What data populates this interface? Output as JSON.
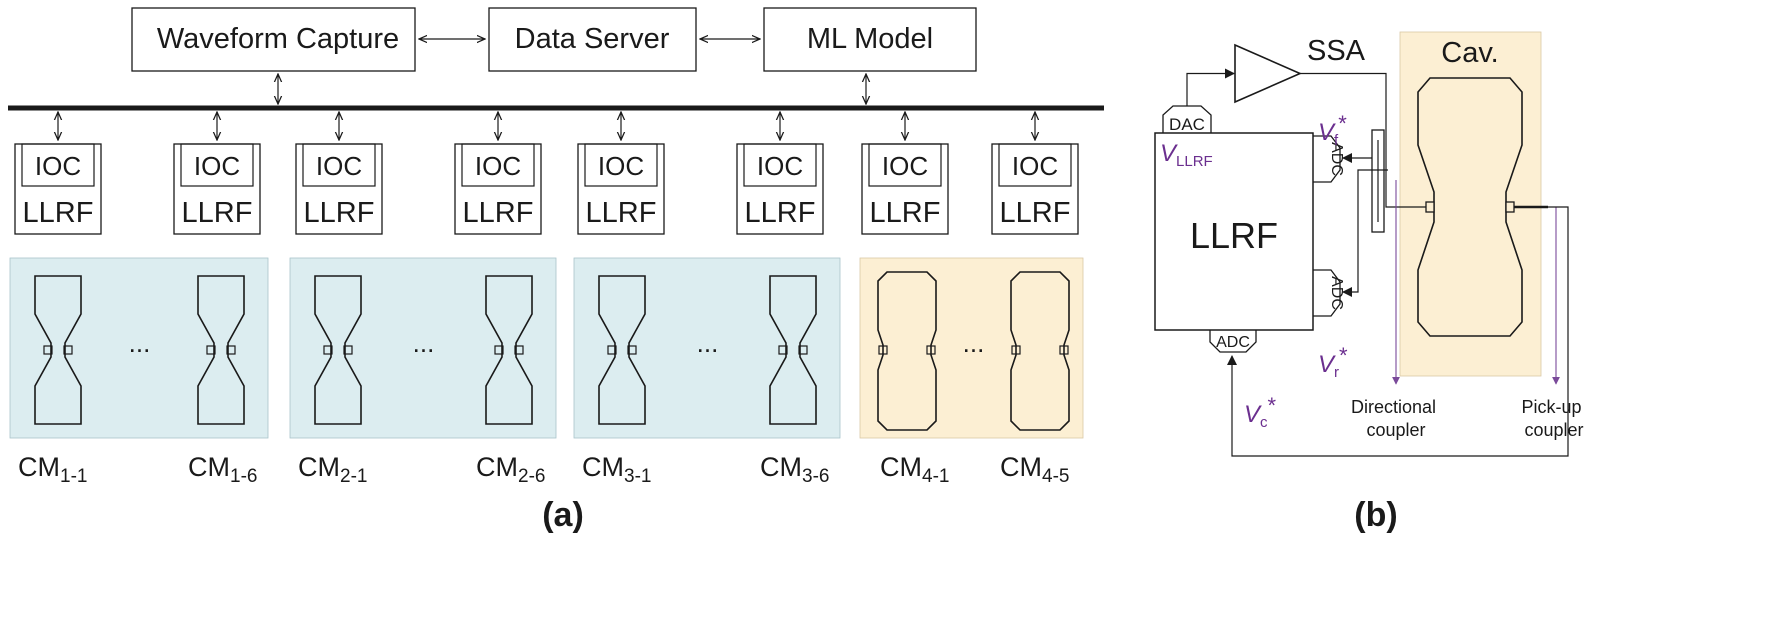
{
  "panel_a": {
    "top_boxes": [
      "Waveform Capture",
      "Data Server",
      "ML Model"
    ],
    "nodes": [
      {
        "ioc": "IOC",
        "llrf": "LLRF"
      },
      {
        "ioc": "IOC",
        "llrf": "LLRF"
      },
      {
        "ioc": "IOC",
        "llrf": "LLRF"
      },
      {
        "ioc": "IOC",
        "llrf": "LLRF"
      },
      {
        "ioc": "IOC",
        "llrf": "LLRF"
      },
      {
        "ioc": "IOC",
        "llrf": "LLRF"
      },
      {
        "ioc": "IOC",
        "llrf": "LLRF"
      },
      {
        "ioc": "IOC",
        "llrf": "LLRF"
      }
    ],
    "cryomodules": [
      {
        "ellipsis": "...",
        "first": {
          "base": "CM",
          "sub": "1-1"
        },
        "last": {
          "base": "CM",
          "sub": "1-6"
        }
      },
      {
        "ellipsis": "...",
        "first": {
          "base": "CM",
          "sub": "2-1"
        },
        "last": {
          "base": "CM",
          "sub": "2-6"
        }
      },
      {
        "ellipsis": "...",
        "first": {
          "base": "CM",
          "sub": "3-1"
        },
        "last": {
          "base": "CM",
          "sub": "3-6"
        }
      },
      {
        "ellipsis": "...",
        "first": {
          "base": "CM",
          "sub": "4-1"
        },
        "last": {
          "base": "CM",
          "sub": "4-5"
        }
      }
    ],
    "caption": "(a)"
  },
  "panel_b": {
    "ssa": "SSA",
    "cav": "Cav.",
    "dac": "DAC",
    "adc_top": "ADC",
    "adc_mid": "ADC",
    "adc_bottom": "ADC",
    "llrf": "LLRF",
    "v_llrf": {
      "base": "V",
      "sub": "LLRF"
    },
    "v_f": {
      "base": "V",
      "sub": "f",
      "sup": "*"
    },
    "v_r": {
      "base": "V",
      "sub": "r",
      "sup": "*"
    },
    "v_c": {
      "base": "V",
      "sub": "c",
      "sup": "*"
    },
    "directional_coupler": [
      "Directional",
      "coupler"
    ],
    "pickup_coupler": [
      "Pick-up",
      "coupler"
    ],
    "caption": "(b)"
  },
  "colors": {
    "line": "#1a1a1a",
    "cm_blue_bg": "#dcedf0",
    "cm_yellow_bg": "#fcefd3",
    "purple_label": "#6b2f8f"
  }
}
